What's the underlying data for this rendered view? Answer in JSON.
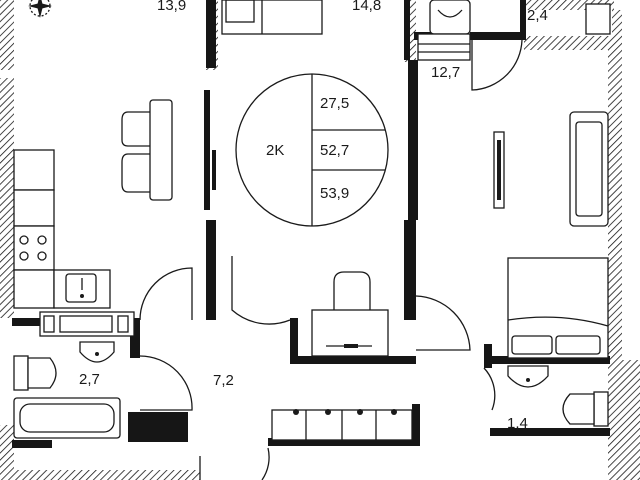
{
  "apartment": {
    "type_label": "2K",
    "areas": {
      "living": "27,5",
      "total": "52,7",
      "total_with_balcony": "53,9"
    }
  },
  "rooms": [
    {
      "id": "kitchen",
      "area": "13,9"
    },
    {
      "id": "bedroom-top",
      "area": "14,8"
    },
    {
      "id": "balcony",
      "area": "2,4"
    },
    {
      "id": "bedroom-right",
      "area": "12,7"
    },
    {
      "id": "bathroom",
      "area": "2,7"
    },
    {
      "id": "hallway",
      "area": "7,2"
    },
    {
      "id": "toilet",
      "area": "1,4"
    }
  ],
  "colors": {
    "wall": "#161616",
    "line": "#1a1a1a",
    "background": "#ffffff"
  }
}
